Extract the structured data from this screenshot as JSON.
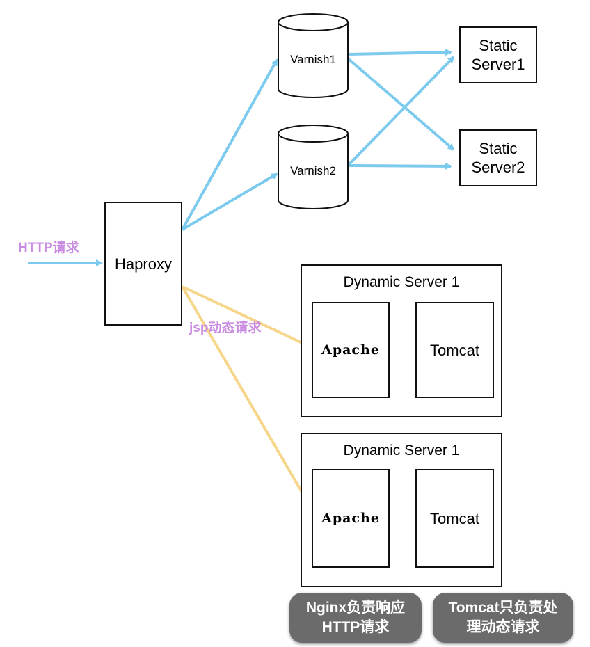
{
  "colors": {
    "static_arrow": "#7ccbee",
    "dynamic_arrow": "#f5d68a",
    "annotation": "#c98ce0",
    "pill_bg": "#6b6b6b"
  },
  "haproxy": {
    "label": "Haproxy"
  },
  "annotations": {
    "http_request": "HTTP请求",
    "jsp_request": "jsp动态请求"
  },
  "varnish": [
    {
      "label": "Varnish1"
    },
    {
      "label": "Varnish2"
    }
  ],
  "static_servers": [
    {
      "label": "Static Server1"
    },
    {
      "label": "Static Server2"
    }
  ],
  "dynamic_servers": [
    {
      "title": "Dynamic Server 1",
      "apache": "Apache",
      "tomcat": "Tomcat"
    },
    {
      "title": "Dynamic Server 1",
      "apache": "Apache",
      "tomcat": "Tomcat"
    }
  ],
  "notes": [
    {
      "text": "Nginx负责响应HTTP请求"
    },
    {
      "text": "Tomcat只负责处理动态请求"
    }
  ]
}
